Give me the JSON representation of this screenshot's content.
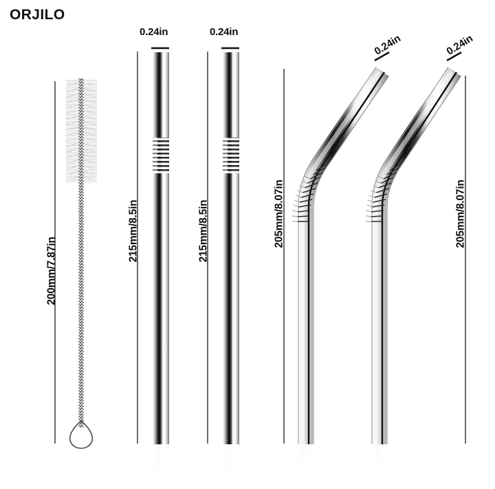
{
  "brand": {
    "name": "ORJILO"
  },
  "background_color": "#ffffff",
  "ink_color": "#111111",
  "metal_color": "#8a8a8a",
  "items": [
    {
      "id": "cleaning-brush",
      "name": "cleaning-brush",
      "length_label": "200mm/7.87in",
      "width_label": ""
    },
    {
      "id": "straight-straw-1",
      "name": "straight-straw",
      "length_label": "215mm/8.5in",
      "width_label": "0.24in"
    },
    {
      "id": "straight-straw-2",
      "name": "straight-straw",
      "length_label": "215mm/8.5in",
      "width_label": "0.24in"
    },
    {
      "id": "bent-straw-1",
      "name": "bent-straw",
      "length_label": "205mm/8.07in",
      "width_label": "0.24in"
    },
    {
      "id": "bent-straw-2",
      "name": "bent-straw",
      "length_label": "205mm/8.07in",
      "width_label": "0.24in"
    }
  ],
  "labels": {
    "brush_length": "200mm/7.87in",
    "straw1_length": "215mm/8.5in",
    "straw2_length": "215mm/8.5in",
    "straw1_width": "0.24in",
    "straw2_width": "0.24in",
    "bent1_length": "205mm/8.07in",
    "bent2_length": "205mm/8.07in",
    "bent1_width": "0.24in",
    "bent2_width": "0.24in"
  }
}
